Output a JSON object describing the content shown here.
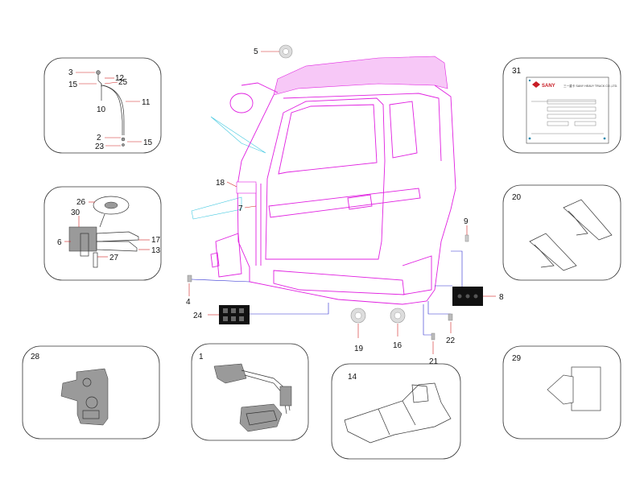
{
  "labels": {
    "p1": "1",
    "p2": "2",
    "p3": "3",
    "p4": "4",
    "p5": "5",
    "p6": "6",
    "p7": "7",
    "p8": "8",
    "p9": "9",
    "p10": "10",
    "p11": "11",
    "p12": "12",
    "p13": "13",
    "p14": "14",
    "p15a": "15",
    "p15b": "15",
    "p16": "16",
    "p17": "17",
    "p18": "18",
    "p19": "19",
    "p20": "20",
    "p21": "21",
    "p22": "22",
    "p23": "23",
    "p24": "24",
    "p25": "25",
    "p26": "26",
    "p27": "27",
    "p28": "28",
    "p29": "29",
    "p30": "30",
    "p31": "31"
  },
  "nameplate": {
    "brand": "SANY",
    "company": "三一重卡 SANY HEAVY TRUCK CO.,LTD."
  },
  "colors": {
    "cab_outline": "#e020e0",
    "leader_red": "#d02020",
    "leader_blue": "#2a2ad0",
    "brand_red": "#c81d25",
    "glass_cyan": "#40c8e0"
  }
}
